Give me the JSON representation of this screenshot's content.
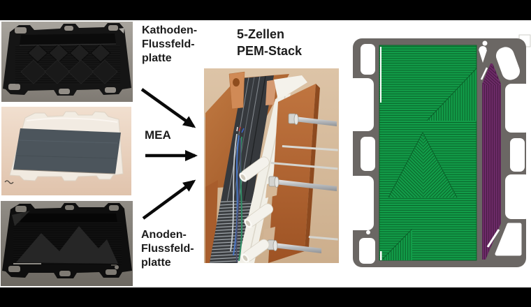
{
  "figure": {
    "title_lines": [
      "5-Zellen",
      "PEM-Stack"
    ],
    "cathode_label_lines": [
      "Kathoden-",
      "Flussfeld-",
      "platte"
    ],
    "mea_label": "MEA",
    "anode_label_lines": [
      "Anoden-",
      "Flussfeld-",
      "platte"
    ]
  },
  "colors": {
    "text": "#1c1c1c",
    "arrow": "#0a0a0a",
    "top_bottom_bars": "#000000",
    "background": "#ffffff",
    "cad_plate_gray": "#6b6764",
    "cad_channel_green": "#129d49",
    "cad_channel_green_dark": "#0a6129",
    "cad_channel_purple": "#6e2b69",
    "cad_channel_purple_dark": "#44193f",
    "stack_copper": "#b5713c",
    "stack_photo_background": "#d9bd9e",
    "plate_photo_black": "#141414",
    "mea_photo_background": "#ecd8c6"
  }
}
